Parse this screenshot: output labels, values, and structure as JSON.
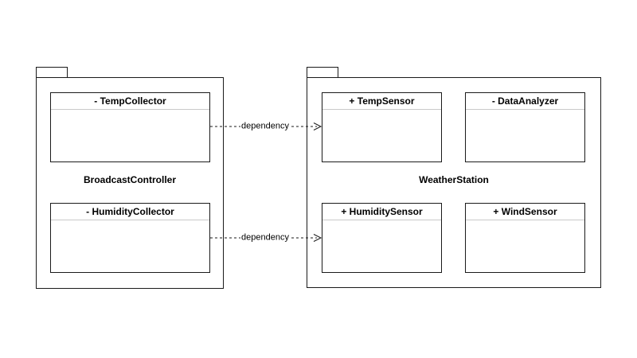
{
  "diagram": {
    "kind": "uml-package-diagram",
    "colors": {
      "background": "#ffffff",
      "line": "#1a1a1a",
      "compartment_divider": "#c9c9c9",
      "text": "#000000"
    }
  },
  "packages": [
    {
      "name": "BroadcastController",
      "classes": [
        {
          "name": "- TempCollector"
        },
        {
          "name": "- HumidityCollector"
        }
      ]
    },
    {
      "name": "WeatherStation",
      "classes": [
        {
          "name": "+ TempSensor"
        },
        {
          "name": "- DataAnalyzer"
        },
        {
          "name": "+ HumiditySensor"
        },
        {
          "name": "+ WindSensor"
        }
      ]
    }
  ],
  "connections": [
    {
      "label": "dependency",
      "from": "- TempCollector",
      "to": "+ TempSensor",
      "style": "dashed-open-arrow"
    },
    {
      "label": "dependency",
      "from": "- HumidityCollector",
      "to": "+ HumiditySensor",
      "style": "dashed-open-arrow"
    }
  ]
}
